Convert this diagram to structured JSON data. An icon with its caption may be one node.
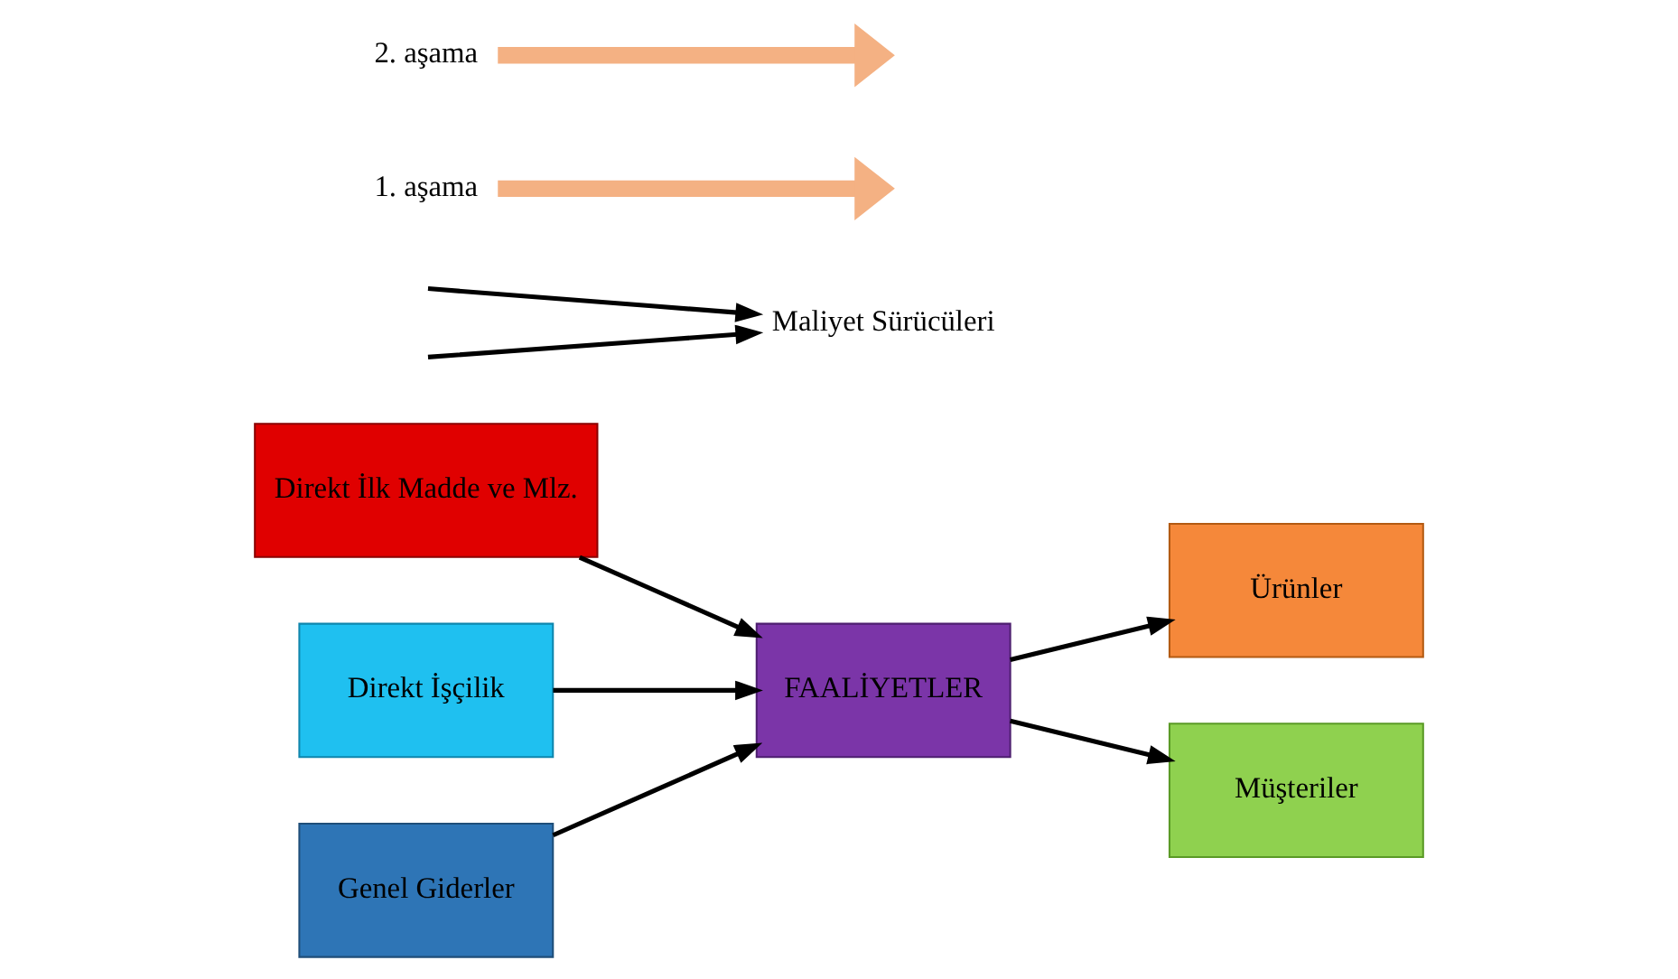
{
  "diagram": {
    "nodes": [
      {
        "text": [
          "Direkt İlk Madde ve Mlz."
        ]
      },
      {
        "text": [
          "Direkt İşçilik"
        ]
      },
      {
        "text": [
          "Genel Giderler"
        ]
      },
      {
        "text": [
          "FAALİYETLER"
        ]
      },
      {
        "text": [
          "Maliyet Sürücüleri"
        ]
      },
      {
        "text": [
          "Ürünler"
        ]
      },
      {
        "text": [
          "Müşteriler"
        ]
      },
      {
        "text": [
          "1. aşama"
        ]
      },
      {
        "text": [
          "2. aşama"
        ]
      }
    ],
    "edges": [
      {
        "from": 0,
        "to": 3,
        "arrow": "to"
      },
      {
        "from": 1,
        "to": 3,
        "arrow": "to"
      },
      {
        "from": 2,
        "to": 3,
        "arrow": "to"
      },
      {
        "from": null,
        "to": 4,
        "arrow": "to"
      },
      {
        "from": null,
        "to": 4,
        "arrow": "to"
      },
      {
        "from": 3,
        "to": 5,
        "arrow": "to"
      },
      {
        "from": 3,
        "to": 6,
        "arrow": "to"
      },
      {
        "from": 7,
        "to": null,
        "arrow": "to",
        "style": "thick",
        "color": "#f4b183"
      },
      {
        "from": 8,
        "to": null,
        "arrow": "to",
        "style": "thick",
        "color": "#f4b183"
      }
    ]
  }
}
